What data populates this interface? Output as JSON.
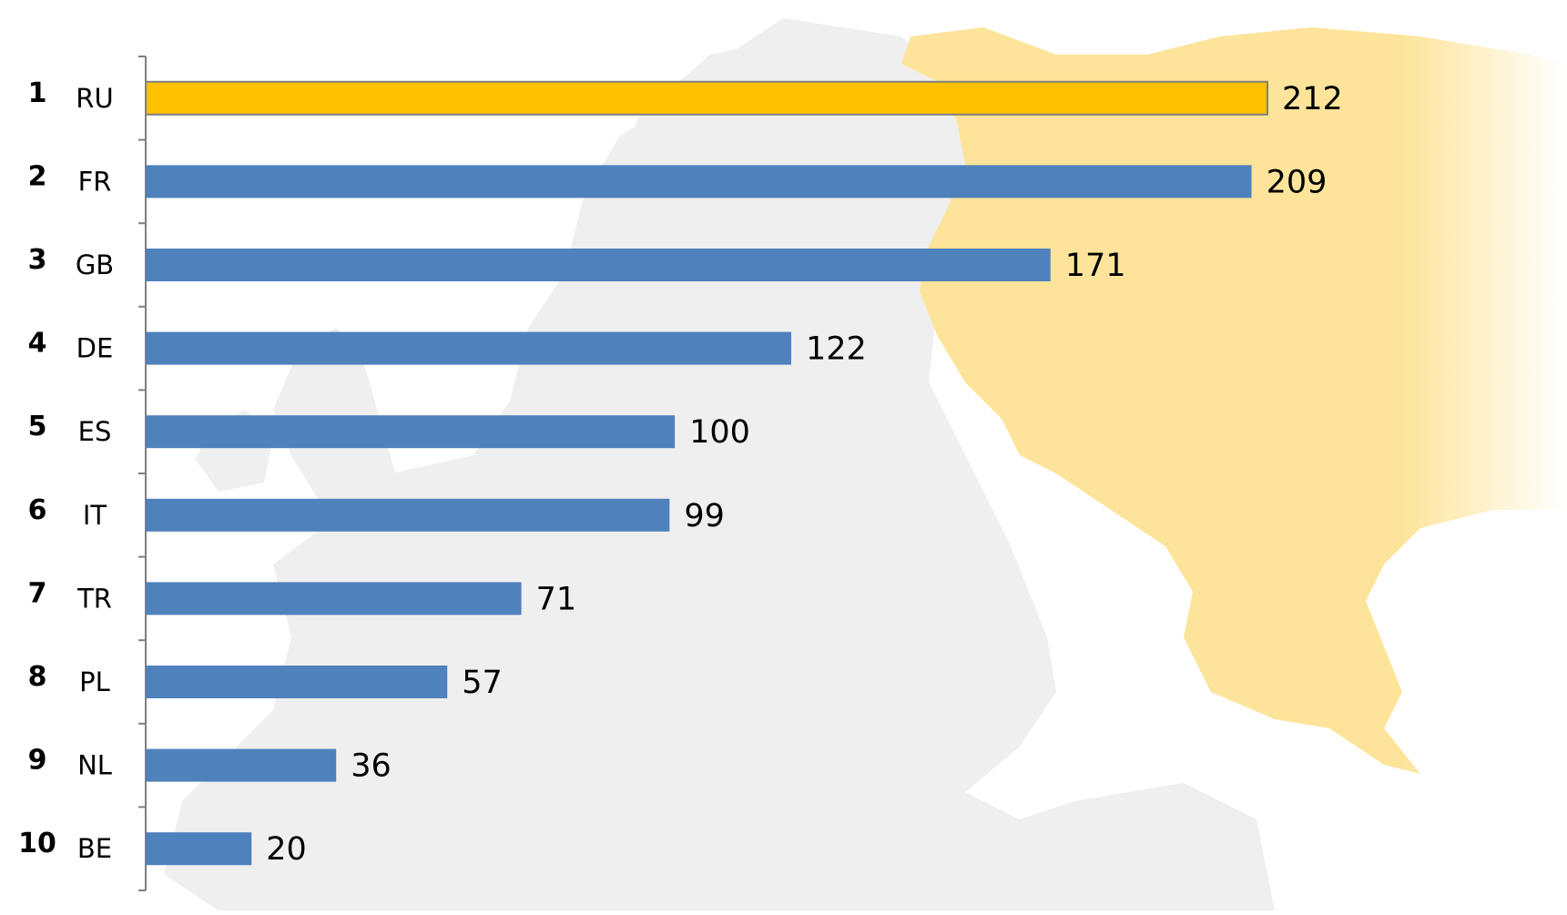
{
  "chart_data": {
    "type": "bar",
    "orientation": "horizontal",
    "title": "",
    "xlabel": "",
    "ylabel": "",
    "xlim": [
      0,
      212
    ],
    "grid": false,
    "legend": "none",
    "categories": [
      "RU",
      "FR",
      "GB",
      "DE",
      "ES",
      "IT",
      "TR",
      "PL",
      "NL",
      "BE"
    ],
    "ranks": [
      "1",
      "2",
      "3",
      "4",
      "5",
      "6",
      "7",
      "8",
      "9",
      "10"
    ],
    "values": [
      212,
      209,
      171,
      122,
      100,
      99,
      71,
      57,
      36,
      20
    ],
    "value_labels": [
      "212",
      "209",
      "171",
      "122",
      "100",
      "99",
      "71",
      "57",
      "36",
      "20"
    ],
    "highlight_category": "RU"
  },
  "colors": {
    "default_bar": "#4f81bd",
    "highlight_bar": "#ffc000",
    "highlight_region": "#fde49a",
    "map_land": "#efefef",
    "axis": "#7f7f7f"
  }
}
